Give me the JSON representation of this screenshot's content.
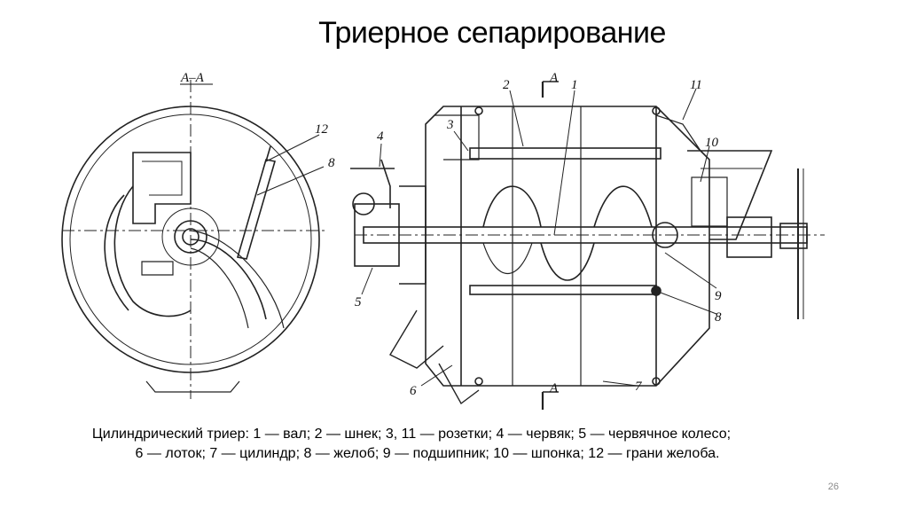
{
  "title": "Триерное сепарирование",
  "section_label": "А–А",
  "part_labels": [
    "1",
    "2",
    "3",
    "4",
    "5",
    "6",
    "7",
    "8",
    "9",
    "10",
    "11",
    "12"
  ],
  "section_marks": [
    "А",
    "А"
  ],
  "caption_line1": "Цилиндрический триер: 1 — вал; 2 — шнек; 3, 11 — розетки; 4 — червяк; 5 — червячное колесо;",
  "caption_line2": "6 — лоток; 7 — цилиндр; 8 — желоб; 9 — подшипник; 10 — шпонка; 12 — грани желоба.",
  "page_number": "26"
}
